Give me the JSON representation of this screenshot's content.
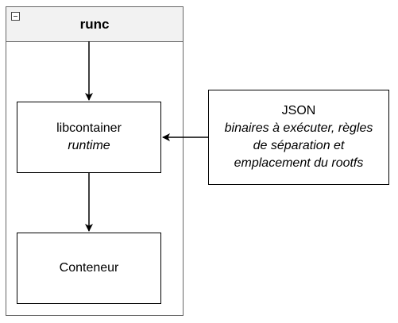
{
  "container": {
    "title": "runc"
  },
  "nodes": {
    "libcontainer": {
      "title": "libcontainer",
      "subtitle": "runtime"
    },
    "conteneur": {
      "title": "Conteneur"
    },
    "json": {
      "title": "JSON",
      "lines": [
        "binaires à exécuter, règles",
        "de séparation et",
        "emplacement du rootfs"
      ]
    }
  },
  "colors": {
    "stroke": "#000000",
    "container_border": "#666666",
    "header_fill": "#f2f2f2"
  }
}
